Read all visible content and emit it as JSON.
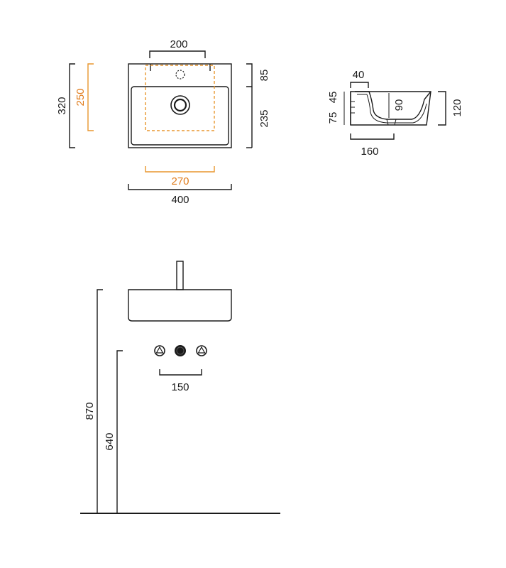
{
  "colors": {
    "line": "#1a1a1a",
    "accent": "#e07b1a"
  },
  "top_view": {
    "tap_hole_spacing": "200",
    "width": "400",
    "inner_width": "270",
    "depth": "320",
    "inner_depth": "250",
    "back_ledge": "85",
    "bowl_depth": "235"
  },
  "side_view": {
    "rim_thickness": "40",
    "overflow_height_a": "45",
    "overflow_height_b": "75",
    "bowl_height": "90",
    "total_height": "120",
    "waste_width": "160"
  },
  "front_view": {
    "mounting_height": "870",
    "valve_height": "640",
    "valve_spacing": "150"
  }
}
